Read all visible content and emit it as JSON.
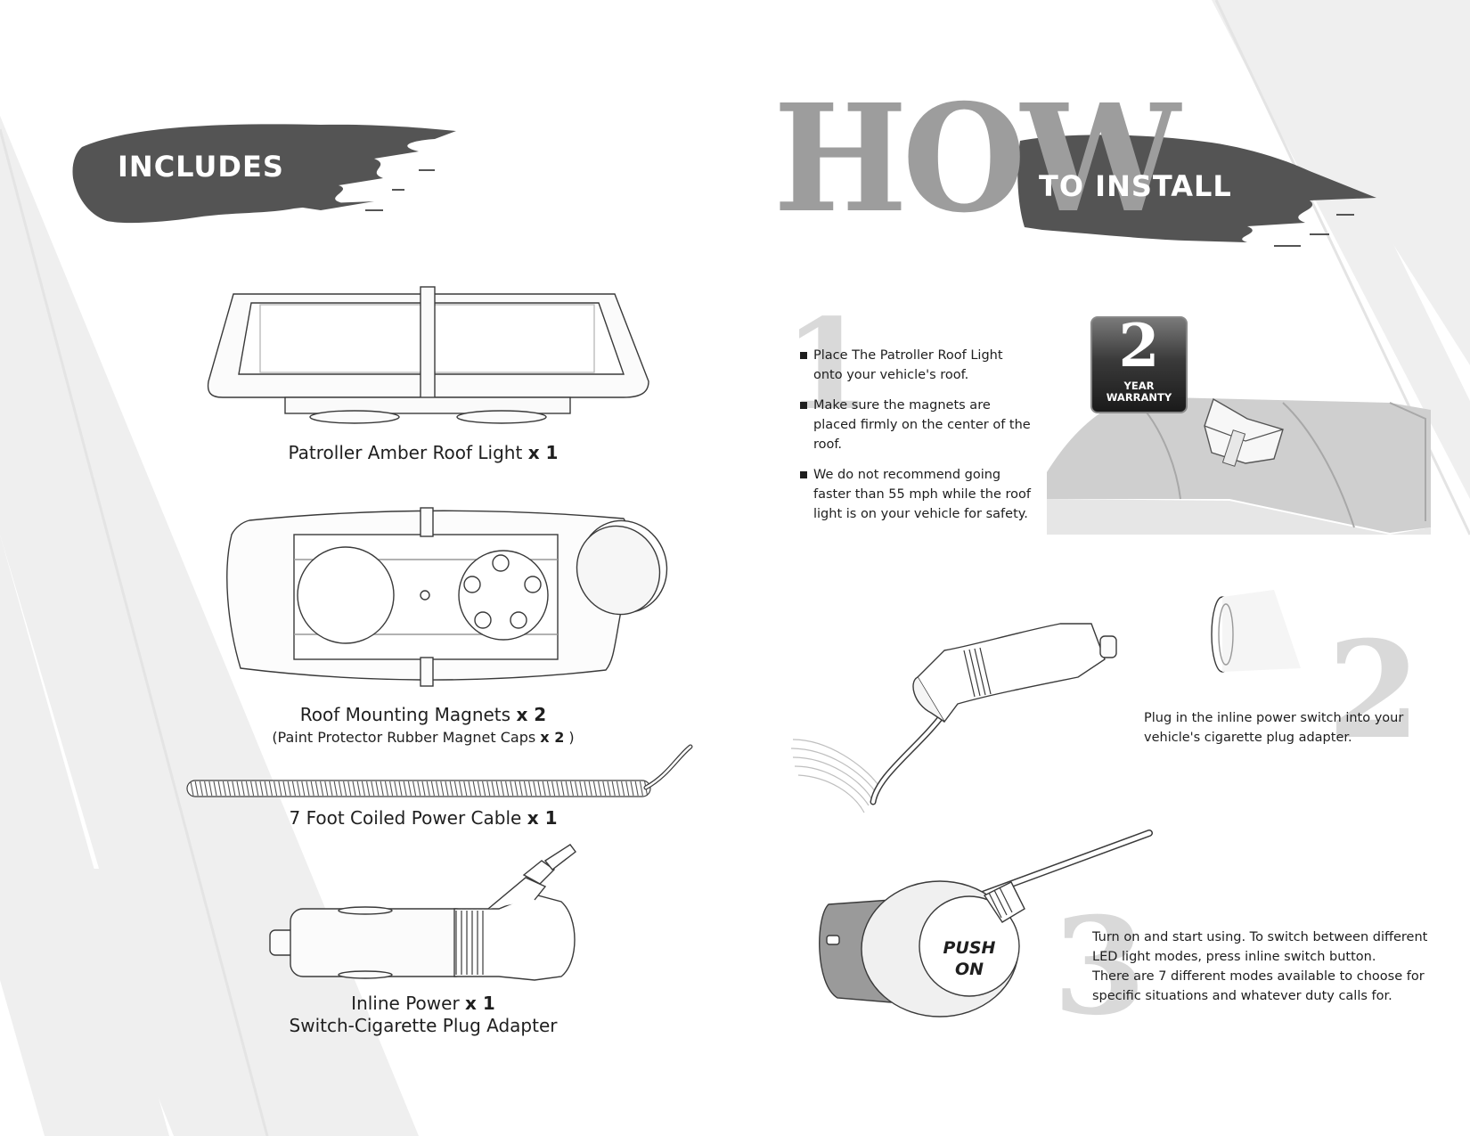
{
  "includes": {
    "banner_title": "INCLUDES",
    "items": [
      {
        "name": "Patroller Amber Roof Light",
        "qty": "x 1"
      },
      {
        "name": "Roof Mounting Magnets",
        "qty": "x 2",
        "sub_open": "(Paint Protector Rubber Magnet Caps",
        "sub_qty": "x 2",
        "sub_close": ")"
      },
      {
        "name": "7 Foot Coiled Power Cable",
        "qty": "x 1"
      },
      {
        "name": "Inline Power",
        "qty": "x 1",
        "line2": "Switch-Cigarette Plug Adapter"
      }
    ]
  },
  "install": {
    "how": "HOW",
    "banner_title": "TO INSTALL",
    "warranty": {
      "number": "2",
      "line1": "YEAR",
      "line2": "WARRANTY"
    },
    "steps": [
      {
        "number": "1",
        "bullets": [
          "Place The Patroller Roof Light onto your vehicle's roof.",
          "Make sure the magnets are placed firmly on the center of the roof.",
          "We do not recommend going faster than 55 mph while the roof light is on your vehicle for safety."
        ]
      },
      {
        "number": "2",
        "lines": [
          "Plug in the inline power switch into your",
          "vehicle's cigarette plug adapter."
        ]
      },
      {
        "number": "3",
        "button_line1": "PUSH",
        "button_line2": "ON",
        "lines": [
          "Turn on and start using. To switch between different",
          "LED light modes, press inline switch button.",
          "There are 7 different modes available to choose for",
          "specific situations and whatever duty calls for."
        ]
      }
    ]
  },
  "colors": {
    "banner": "#545454",
    "how": "#9d9d9d",
    "stripe": "#ededed",
    "ghost_number": "#d9d9d9"
  }
}
